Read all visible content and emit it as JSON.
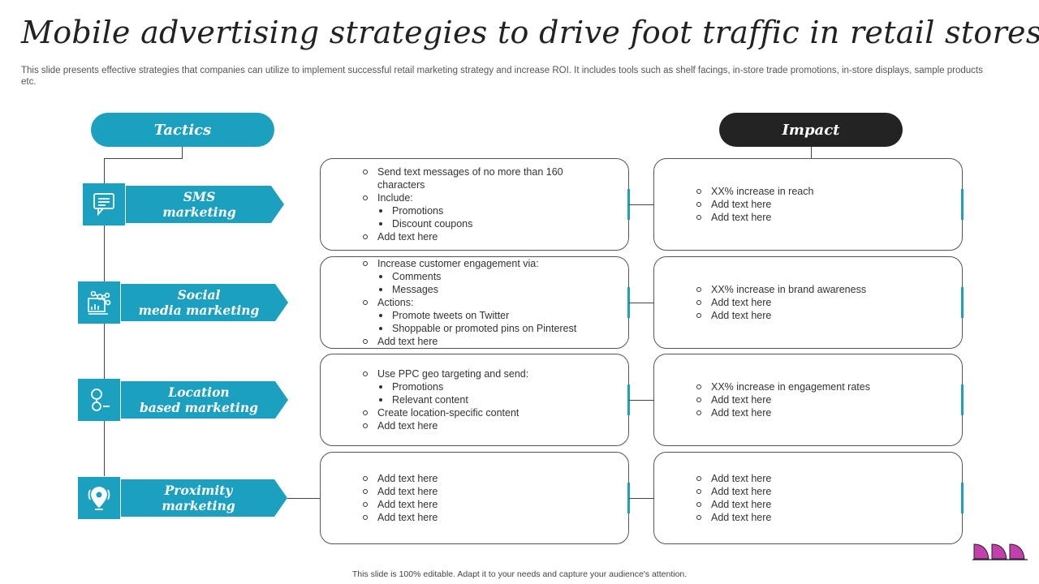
{
  "title": "Mobile advertising strategies to drive foot traffic in retail stores",
  "subtitle": "This slide presents effective strategies that companies can utilize to implement successful retail marketing strategy and increase ROI. It includes tools such as shelf facings, in-store trade promotions, in-store displays, sample products etc.",
  "footer": "This slide is 100% editable. Adapt it to your needs and capture your audience's attention.",
  "headers": {
    "tactics": "Tactics",
    "impact": "Impact"
  },
  "colors": {
    "accent": "#1ba0bf",
    "dark": "#232323",
    "logo": "#c23fae"
  },
  "rows": [
    {
      "icon": "chat-message-icon",
      "tactic": [
        "SMS",
        "marketing"
      ],
      "details": [
        {
          "level": 1,
          "text": "Send text messages of no more than 160 characters"
        },
        {
          "level": 1,
          "text": "Include:"
        },
        {
          "level": 2,
          "text": "Promotions"
        },
        {
          "level": 2,
          "text": "Discount coupons"
        },
        {
          "level": 1,
          "text": "Add text here"
        }
      ],
      "impact": [
        "XX%  increase in reach",
        "Add text here",
        "Add text here"
      ]
    },
    {
      "icon": "social-network-icon",
      "tactic": [
        "Social",
        "media marketing"
      ],
      "details": [
        {
          "level": 1,
          "text": "Increase customer engagement via:"
        },
        {
          "level": 2,
          "text": "Comments"
        },
        {
          "level": 2,
          "text": "Messages"
        },
        {
          "level": 1,
          "text": "Actions:"
        },
        {
          "level": 2,
          "text": "Promote tweets on Twitter"
        },
        {
          "level": 2,
          "text": "Shoppable  or promoted pins on Pinterest"
        },
        {
          "level": 1,
          "text": "Add text here"
        }
      ],
      "impact": [
        "XX%  increase in brand awareness",
        "Add text here",
        "Add text here"
      ]
    },
    {
      "icon": "location-user-icon",
      "tactic": [
        "Location",
        "based marketing"
      ],
      "details": [
        {
          "level": 1,
          "text": "Use PPC geo targeting and send:"
        },
        {
          "level": 2,
          "text": "Promotions"
        },
        {
          "level": 2,
          "text": "Relevant  content"
        },
        {
          "level": 1,
          "text": "Create location-specific content"
        },
        {
          "level": 1,
          "text": "Add text here"
        }
      ],
      "impact": [
        "XX%  increase in engagement rates",
        "Add text here",
        "Add text here"
      ]
    },
    {
      "icon": "proximity-pin-icon",
      "tactic": [
        "Proximity",
        "marketing"
      ],
      "details": [
        {
          "level": 1,
          "text": "Add text here"
        },
        {
          "level": 1,
          "text": "Add text here"
        },
        {
          "level": 1,
          "text": "Add text here"
        },
        {
          "level": 1,
          "text": "Add text here"
        }
      ],
      "impact": [
        "Add text here",
        "Add text here",
        "Add text here",
        "Add text here"
      ]
    }
  ]
}
